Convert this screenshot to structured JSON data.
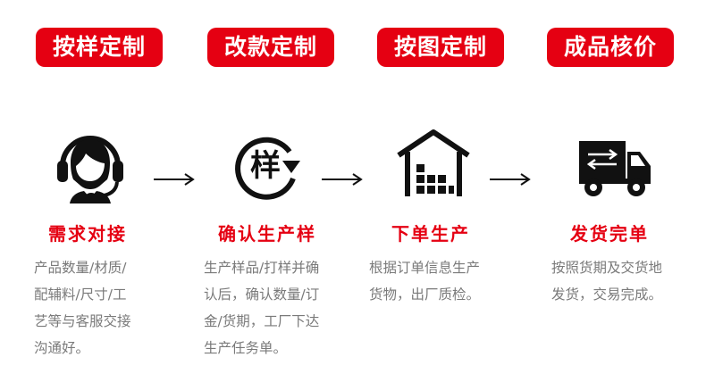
{
  "colors": {
    "accent": "#e50012",
    "icon": "#111111",
    "desc_text": "#7a7a7a"
  },
  "top_buttons": [
    {
      "label": "按样定制"
    },
    {
      "label": "改款定制"
    },
    {
      "label": "按图定制"
    },
    {
      "label": "成品核价"
    }
  ],
  "steps": [
    {
      "icon": "headset-icon",
      "title": "需求对接",
      "desc_lines": [
        "产品数量/材质/",
        "配辅料/尺寸/工",
        "艺等与客服交接",
        "沟通好。"
      ]
    },
    {
      "icon": "sample-cycle-icon",
      "icon_text": "样",
      "title": "确认生产样",
      "desc_lines": [
        "生产样品/打样并确",
        "认后，确认数量/订",
        "金/货期，工厂下达",
        "生产任务单。"
      ]
    },
    {
      "icon": "factory-icon",
      "title": "下单生产",
      "desc_lines": [
        "根据订单信息生产",
        "货物，出厂质检。"
      ]
    },
    {
      "icon": "truck-icon",
      "title": "发货完单",
      "desc_lines": [
        "按照货期及交货地",
        "发货，交易完成。"
      ]
    }
  ]
}
